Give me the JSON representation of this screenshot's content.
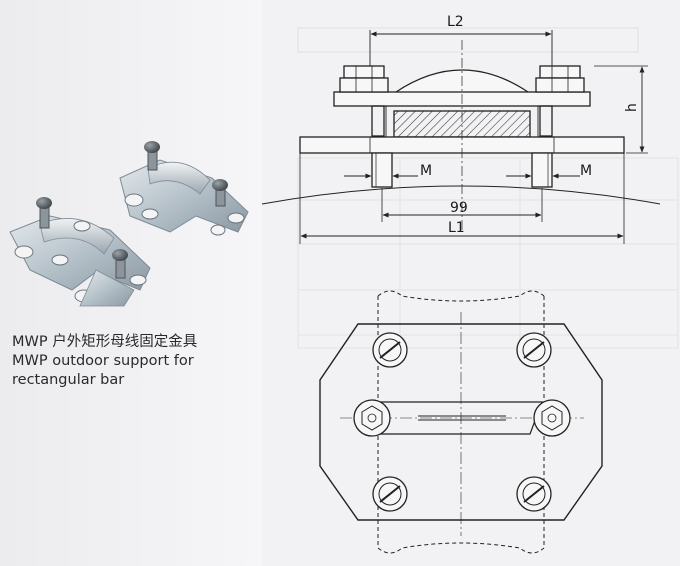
{
  "caption": {
    "line1": "MWP 户外矩形母线固定金具",
    "line2": "MWP outdoor support for",
    "line3": "rectangular bar"
  },
  "dimensions": {
    "l2": "L2",
    "h": "h",
    "m_left": "M",
    "m_right": "M",
    "width_99": "99",
    "l1": "L1"
  },
  "colors": {
    "line": "#222222",
    "hatch": "#333333",
    "background": "#f2f2f4",
    "metal": "#b9c4cc"
  }
}
